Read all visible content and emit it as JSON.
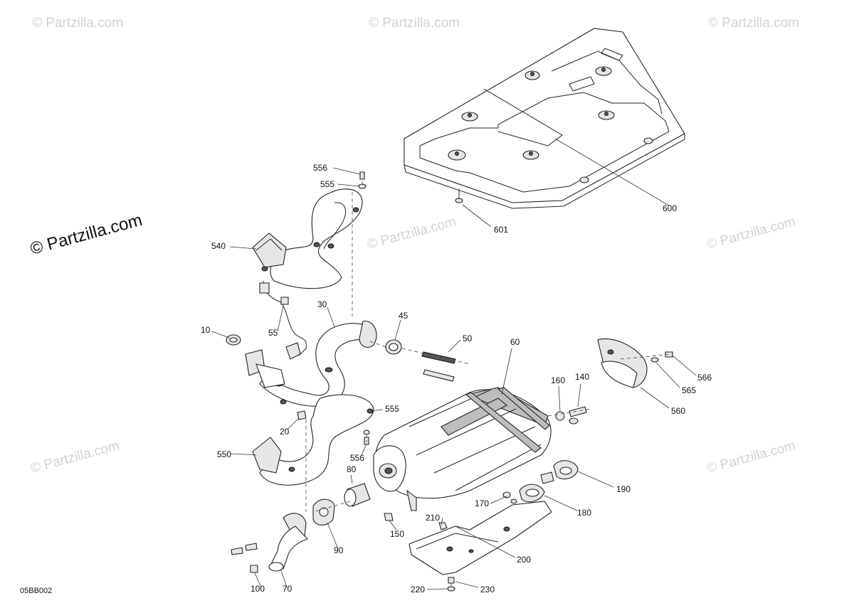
{
  "diagram": {
    "reference_code": "05BB002",
    "watermark_main": "© Partzilla.com",
    "watermark_faint": "© Partzilla.com",
    "part_numbers": {
      "p556a": "556",
      "p555a": "555",
      "p540": "540",
      "p30": "30",
      "p10": "10",
      "p55": "55",
      "p45": "45",
      "p50": "50",
      "p60": "60",
      "p20": "20",
      "p555b": "555",
      "p556b": "556",
      "p550": "550",
      "p80": "80",
      "p160": "160",
      "p140": "140",
      "p566": "566",
      "p565": "565",
      "p560": "560",
      "p190": "190",
      "p170": "170",
      "p180": "180",
      "p210": "210",
      "p150": "150",
      "p90": "90",
      "p200": "200",
      "p100": "100",
      "p70": "70",
      "p220": "220",
      "p230": "230",
      "p600": "600",
      "p601": "601"
    }
  },
  "colors": {
    "line": "#222222",
    "watermark": "#d2d2d2",
    "shade": "#bdbdbd"
  }
}
